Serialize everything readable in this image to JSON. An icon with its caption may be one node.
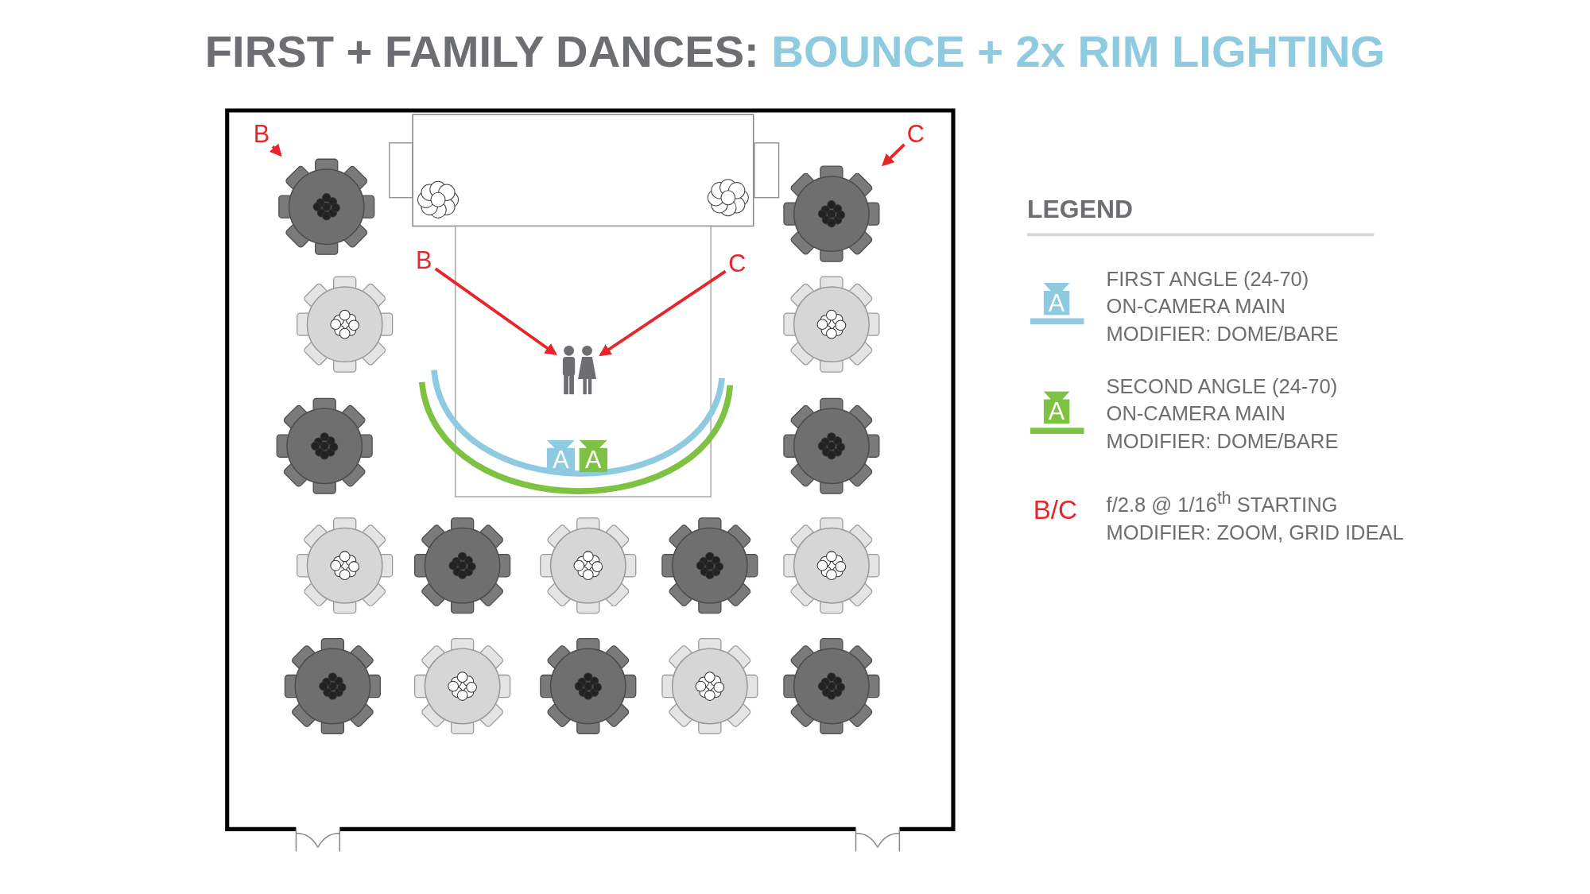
{
  "diagram": {
    "title": "FIRST + FAMILY DANCES: BOUNCE + 2x RIM LIGHTING",
    "nodes": [
      {
        "text": [
          "B"
        ]
      },
      {
        "text": [
          "C"
        ]
      },
      {
        "text": [],
        "shape": "circle"
      },
      {
        "text": [],
        "shape": "circle"
      },
      {
        "text": [
          "B"
        ]
      },
      {
        "text": [
          "C"
        ]
      },
      {
        "text": [],
        "shape": "person"
      },
      {
        "text": [
          "A"
        ]
      },
      {
        "text": [
          "A"
        ]
      },
      {
        "text": [
          "A"
        ]
      },
      {
        "text": [
          "A"
        ]
      }
    ],
    "edges": [
      {
        "from": 0,
        "to": 2,
        "arrow": "to"
      },
      {
        "from": 1,
        "to": 3,
        "arrow": "to"
      },
      {
        "from": 4,
        "to": 6,
        "arrow": "to"
      },
      {
        "from": 5,
        "to": 6,
        "arrow": "to"
      }
    ],
    "labels": [
      "LEGEND",
      "B/C"
    ],
    "legend": [
      {
        "text": "FIRST ANGLE (24-70) ON-CAMERA MAIN MODIFIER: DOME/BARE",
        "color": "#8ecae0"
      },
      {
        "text": "SECOND ANGLE (24-70) ON-CAMERA MAIN MODIFIER: DOME/BARE",
        "color": "#7dc242"
      },
      {
        "text": "f/2.8 @ 1/16$^{th}$ STARTING MODIFIER: ZOOM, GRID IDEAL"
      }
    ]
  }
}
